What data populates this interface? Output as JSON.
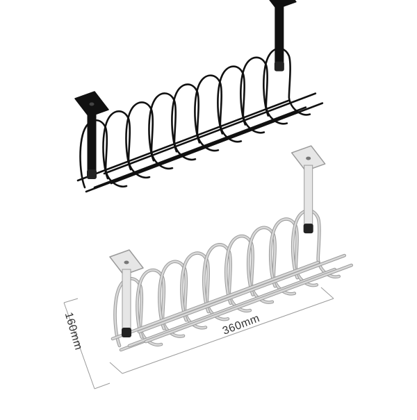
{
  "products": [
    {
      "name": "black-cable-tray",
      "color": "#111111"
    },
    {
      "name": "white-cable-tray",
      "color": "#d8d8d8",
      "outline": "#9a9a9a"
    }
  ],
  "dimensions": {
    "width_label": "360mm",
    "depth_label": "160mm",
    "line_color": "#9a9a9a"
  }
}
